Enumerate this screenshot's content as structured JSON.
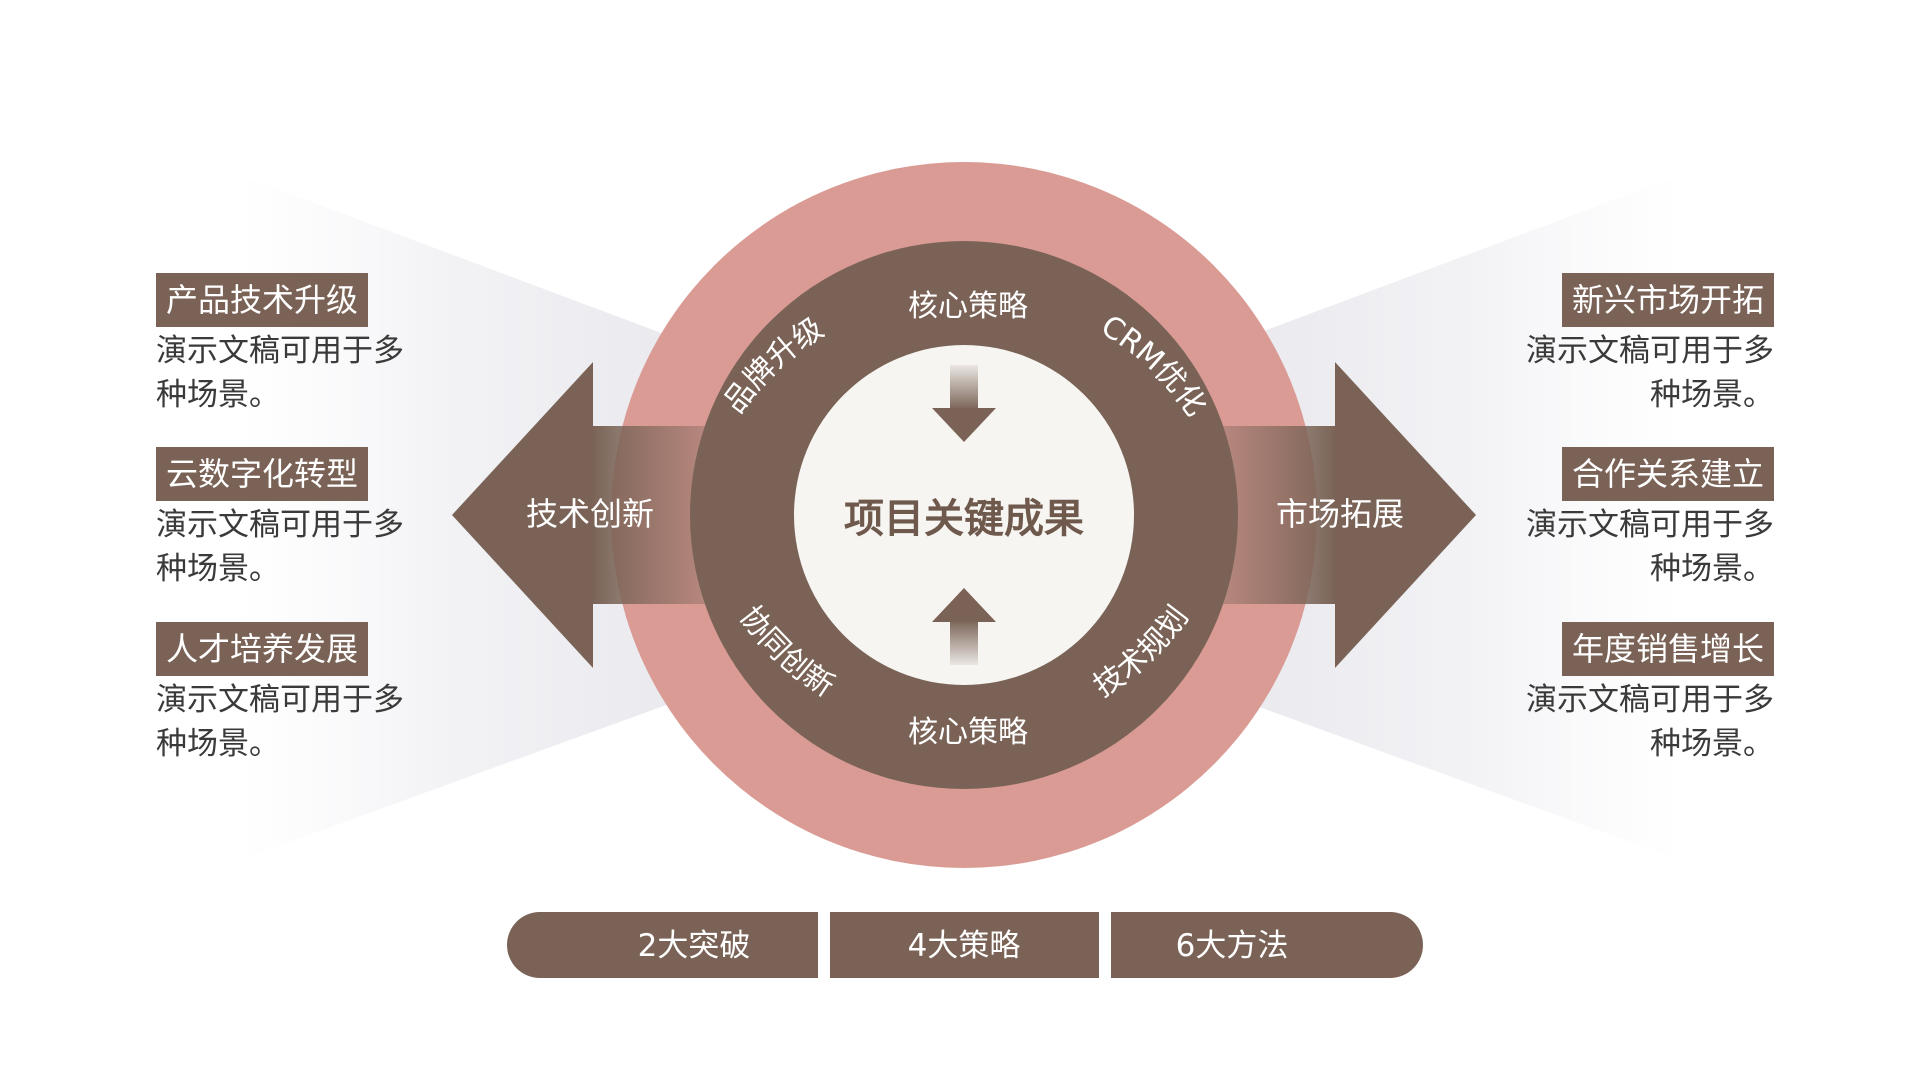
{
  "colors": {
    "brown": "#7a6356",
    "pink": "#d99b94",
    "center_fill": "#f7f5f2",
    "title_text": "#6f584c",
    "ring_text": "#ffffff"
  },
  "diagram": {
    "center_title": "项目关键成果",
    "inner_ring": {
      "top_label": "核心策略",
      "bottom_label": "核心策略"
    },
    "outer_ring": {
      "top_left": "品牌升级",
      "top_right": "CRM优化",
      "bottom_left": "协同创新",
      "bottom_right": "技术规划"
    },
    "left_arrow_label": "技术创新",
    "right_arrow_label": "市场拓展"
  },
  "left_items": [
    {
      "title": "产品技术升级",
      "desc_line1": "演示文稿可用于多",
      "desc_line2": "种场景。"
    },
    {
      "title": "云数字化转型",
      "desc_line1": "演示文稿可用于多",
      "desc_line2": "种场景。"
    },
    {
      "title": "人才培养发展",
      "desc_line1": "演示文稿可用于多",
      "desc_line2": "种场景。"
    }
  ],
  "right_items": [
    {
      "title": "新兴市场开拓",
      "desc_line1": "演示文稿可用于多",
      "desc_line2": "种场景。"
    },
    {
      "title": "合作关系建立",
      "desc_line1": "演示文稿可用于多",
      "desc_line2": "种场景。"
    },
    {
      "title": "年度销售增长",
      "desc_line1": "演示文稿可用于多",
      "desc_line2": "种场景。"
    }
  ],
  "bottom_bar": {
    "segments": [
      "2大突破",
      "4大策略",
      "6大方法"
    ]
  }
}
